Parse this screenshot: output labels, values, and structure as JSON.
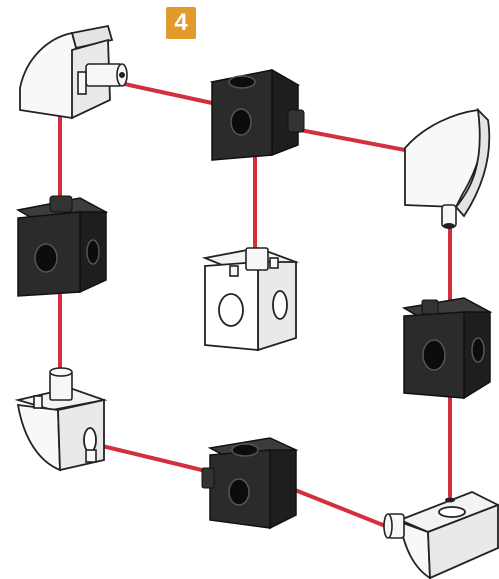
{
  "step": {
    "number": "4",
    "badge_color": "#e39a2d"
  },
  "colors": {
    "connector": "#d32f3c",
    "black_block": "#2b2b2b",
    "white_block": "#ffffff"
  },
  "parts": {
    "black_cube": "black-building-block",
    "white_cube": "white-building-block",
    "white_curved": "white-curved-building-block"
  }
}
